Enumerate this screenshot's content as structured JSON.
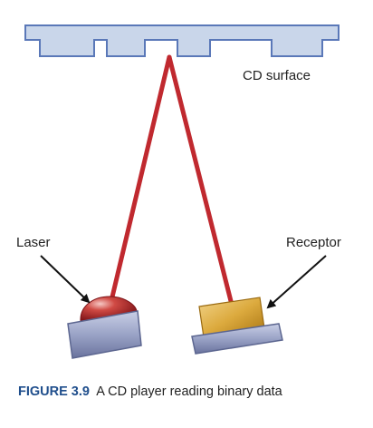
{
  "labels": {
    "cd_surface": "CD surface",
    "laser": "Laser",
    "receptor": "Receptor"
  },
  "caption": {
    "number": "FIGURE 3.9",
    "text": "A CD player reading binary data"
  },
  "colors": {
    "cd_surface_fill": "#c9d6ea",
    "cd_surface_stroke": "#5a78b8",
    "beam": "#c0292f",
    "laser_dome": "#b8252b",
    "receptor_block": "#d8a63a",
    "base_fill": "#9aa3c6",
    "base_stroke": "#5c6690",
    "caption_number": "#1f4e8c"
  },
  "icons": {
    "laser": "red-dome-emitter-icon",
    "receptor": "yellow-block-sensor-icon"
  }
}
